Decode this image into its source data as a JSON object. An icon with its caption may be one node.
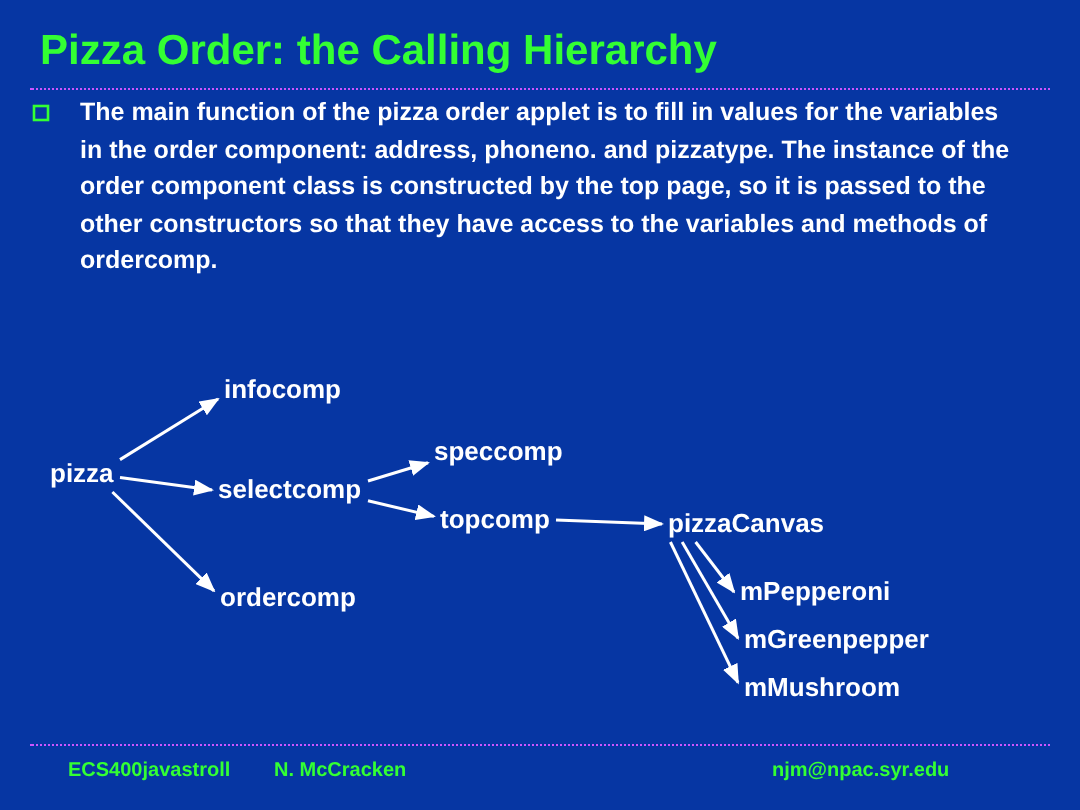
{
  "diagram": {
    "title": "Pizza Order:  the Calling Hierarchy",
    "nodes": [
      {
        "text": [
          "pizza"
        ]
      },
      {
        "text": [
          "infocomp"
        ]
      },
      {
        "text": [
          "selectcomp"
        ]
      },
      {
        "text": [
          "ordercomp"
        ]
      },
      {
        "text": [
          "speccomp"
        ]
      },
      {
        "text": [
          "topcomp"
        ]
      },
      {
        "text": [
          "pizzaCanvas"
        ]
      },
      {
        "text": [
          "mPepperoni"
        ]
      },
      {
        "text": [
          "mGreenpepper"
        ]
      },
      {
        "text": [
          "mMushroom"
        ]
      }
    ],
    "edges": [
      {
        "from": 0,
        "to": 1,
        "arrow": "to"
      },
      {
        "from": 0,
        "to": 2,
        "arrow": "to"
      },
      {
        "from": 0,
        "to": 3,
        "arrow": "to"
      },
      {
        "from": 2,
        "to": 4,
        "arrow": "to"
      },
      {
        "from": 2,
        "to": 5,
        "arrow": "to"
      },
      {
        "from": 5,
        "to": 6,
        "arrow": "to"
      },
      {
        "from": 6,
        "to": 7,
        "arrow": "to"
      },
      {
        "from": 6,
        "to": 8,
        "arrow": "to"
      },
      {
        "from": 6,
        "to": 9,
        "arrow": "to"
      }
    ],
    "labels": [
      "The main function of the pizza order applet is to fill in values for the variables in the order component:  address, phoneno. and pizzatype.  The instance of the order component class is constructed by the top page, so it is passed to the other constructors so that they have access to the variables and methods of ordercomp.",
      "ECS400javastroll",
      "N. McCracken",
      "njm@npac.syr.edu"
    ]
  }
}
